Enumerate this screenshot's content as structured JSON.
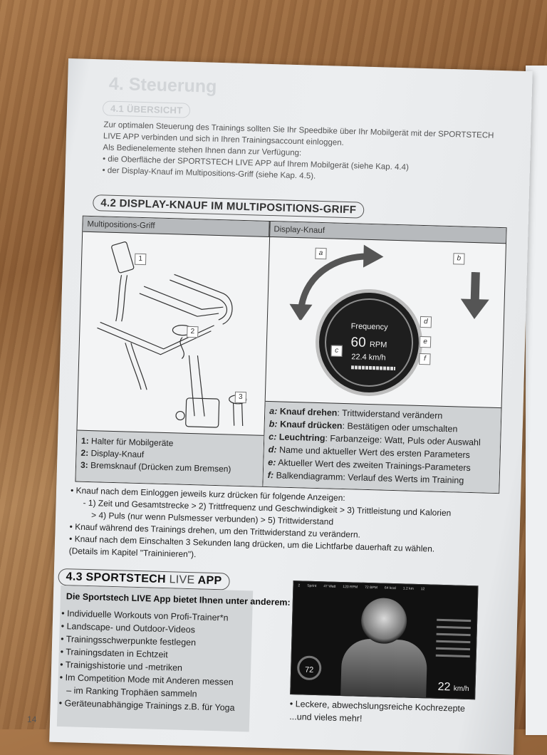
{
  "page_number": "14",
  "chapter": {
    "title": "4. Steuerung"
  },
  "section_4_1": {
    "heading": "4.1 ÜBERSICHT",
    "paragraph": "Zur optimalen Steuerung des Trainings sollten Sie Ihr Speedbike über Ihr Mobilgerät mit der SPORTSTECH LIVE APP verbinden und sich in Ihren Trainingsaccount einloggen.",
    "lead": "Als Bedienelemente stehen Ihnen dann zur Verfügung:",
    "bullets": [
      "die Oberfläche der SPORTSTECH LIVE APP auf Ihrem Mobilgerät (siehe Kap. 4.4)",
      "der Display-Knauf im Multipositions-Griff (siehe Kap. 4.5)."
    ]
  },
  "section_4_2": {
    "heading": "4.2 DISPLAY-KNAUF IM MULTIPOSITIONS-GRIFF",
    "table": {
      "col_left_header": "Multipositions-Griff",
      "col_right_header": "Display-Knauf",
      "figure_left_tags": [
        "1",
        "2",
        "3"
      ],
      "figure_right_tags": [
        "a",
        "b",
        "c",
        "d",
        "e",
        "f"
      ],
      "display": {
        "label": "Frequency",
        "value": "60",
        "unit": "RPM",
        "speed": "22.4 km/h"
      },
      "legend_left": [
        {
          "key": "1:",
          "text": "Halter für Mobilgeräte"
        },
        {
          "key": "2:",
          "text": "Display-Knauf"
        },
        {
          "key": "3:",
          "text": "Bremsknauf (Drücken zum Bremsen)"
        }
      ],
      "legend_right": [
        {
          "key": "a:",
          "bold": "Knauf drehen",
          "text": ": Trittwiderstand verändern"
        },
        {
          "key": "b:",
          "bold": "Knauf drücken",
          "text": ": Bestätigen oder umschalten"
        },
        {
          "key": "c:",
          "bold": "Leuchtring",
          "text": ": Farbanzeige: Watt, Puls oder Auswahl"
        },
        {
          "key": "d:",
          "bold": "",
          "text": "Name und aktueller Wert des ersten Parameters"
        },
        {
          "key": "e:",
          "bold": "",
          "text": "Aktueller Wert des zweiten Trainings-Parameters"
        },
        {
          "key": "f:",
          "bold": "",
          "text": "Balkendiagramm: Verlauf des Werts im Training"
        }
      ]
    },
    "notes": {
      "b1": "Knauf nach dem Einloggen jeweils kurz drücken für folgende Anzeigen:",
      "b1_sub1": "- 1) Zeit und Gesamtstrecke > 2) Trittfrequenz und Geschwindigkeit > 3) Trittleistung und Kalorien",
      "b1_sub2": "> 4) Puls (nur wenn Pulsmesser verbunden) > 5) Trittwiderstand",
      "b2": "Knauf während des Trainings drehen, um den Trittwiderstand zu verändern.",
      "b3": "Knauf nach dem Einschalten 3 Sekunden lang drücken, um die Lichtfarbe dauerhaft zu wählen.",
      "details": "(Details im Kapitel \"Traininieren\")."
    }
  },
  "section_4_3": {
    "heading_main": "4.3 SPORTSTECH",
    "heading_live": "LIVE",
    "heading_app": "APP",
    "intro": "Die Sportstech LIVE App bietet Ihnen unter anderem:",
    "features": [
      "Individuelle Workouts von Profi-Trainer*n",
      "Landscape- und Outdoor-Videos",
      "Trainingsschwerpunkte festlegen",
      "Trainingsdaten in Echtzeit",
      "Trainigshistorie und -metriken",
      "Im Competition Mode mit Anderen messen",
      "– im Ranking Trophäen sammeln",
      "Geräteunabhängige Trainings z.B. für Yoga"
    ],
    "app_screenshot": {
      "header": {
        "level": "2",
        "mode": "Sprint",
        "stats": [
          "47 Watt",
          "120 RPM",
          "72 BPM",
          "64 kcal",
          "1.2 km",
          "12"
        ]
      },
      "gauge_value": "72",
      "speed_value": "22",
      "speed_unit": "km/h"
    },
    "more_features": [
      "Leckere, abwechslungsreiche Kochrezepte"
    ],
    "closing": "...und vieles mehr!"
  }
}
